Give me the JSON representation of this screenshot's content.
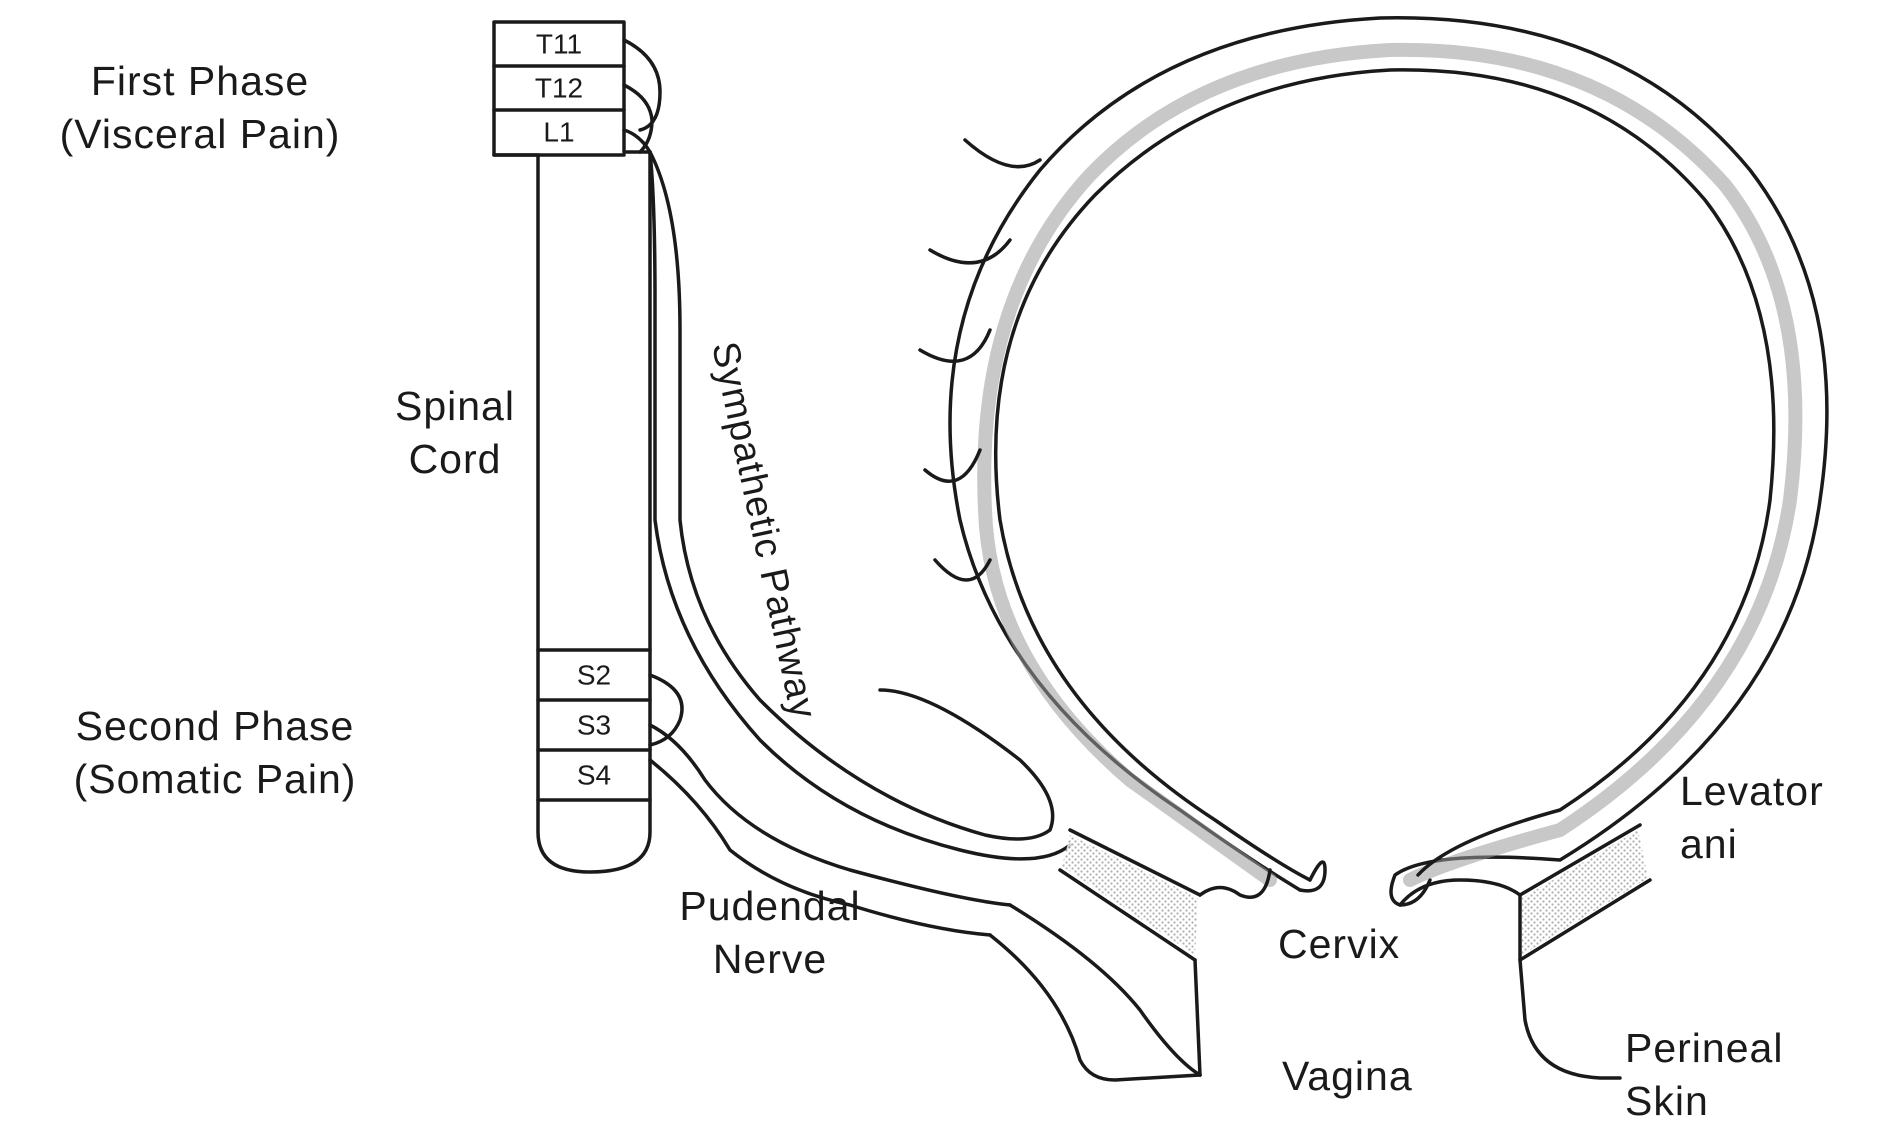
{
  "labels": {
    "first_phase": "First Phase",
    "first_phase_sub": "(Visceral Pain)",
    "spinal_cord_1": "Spinal",
    "spinal_cord_2": "Cord",
    "second_phase": "Second Phase",
    "second_phase_sub": "(Somatic Pain)",
    "sympathetic_pathway": "Sympathetic Pathway",
    "pudendal_1": "Pudendal",
    "pudendal_2": "Nerve",
    "cervix": "Cervix",
    "vagina": "Vagina",
    "levator_1": "Levator",
    "levator_2": "ani",
    "perineal_1": "Perineal",
    "perineal_2": "Skin"
  },
  "segments": {
    "upper": [
      "T11",
      "T12",
      "L1"
    ],
    "lower": [
      "S2",
      "S3",
      "S4"
    ]
  },
  "colors": {
    "line": "#1a1a1a",
    "stipple": "#bdbdbd"
  }
}
